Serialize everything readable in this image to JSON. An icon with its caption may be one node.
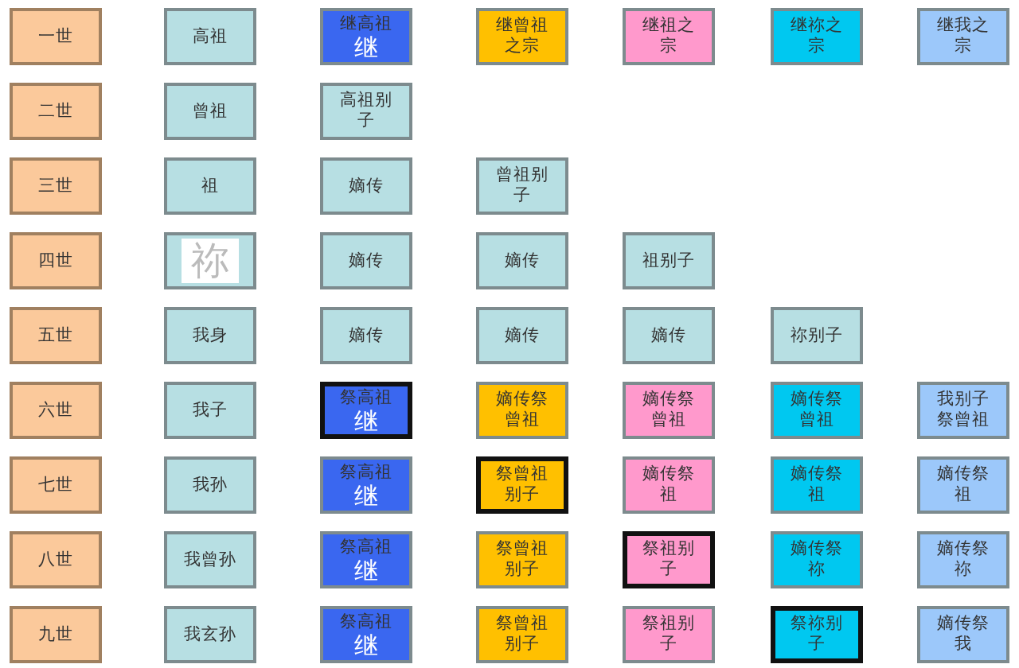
{
  "diagram": {
    "nodes": [
      {
        "text": [
          "一世"
        ]
      },
      {
        "text": [
          "高祖"
        ]
      },
      {
        "text": [
          "继高祖",
          "继"
        ]
      },
      {
        "text": [
          "继曾祖之宗"
        ]
      },
      {
        "text": [
          "继祖之宗"
        ]
      },
      {
        "text": [
          "继祢之宗"
        ]
      },
      {
        "text": [
          "继我之宗"
        ]
      },
      {
        "text": [
          "二世"
        ]
      },
      {
        "text": [
          "曾祖"
        ]
      },
      {
        "text": [
          "高祖别子"
        ]
      },
      {
        "text": [
          "三世"
        ]
      },
      {
        "text": [
          "祖"
        ]
      },
      {
        "text": [
          "嫡传"
        ]
      },
      {
        "text": [
          "曾祖别子"
        ]
      },
      {
        "text": [
          "四世"
        ]
      },
      {
        "text": [
          "祢"
        ]
      },
      {
        "text": [
          "嫡传"
        ]
      },
      {
        "text": [
          "嫡传"
        ]
      },
      {
        "text": [
          "祖别子"
        ]
      },
      {
        "text": [
          "五世"
        ]
      },
      {
        "text": [
          "我身"
        ]
      },
      {
        "text": [
          "嫡传"
        ]
      },
      {
        "text": [
          "嫡传"
        ]
      },
      {
        "text": [
          "嫡传"
        ]
      },
      {
        "text": [
          "祢别子"
        ]
      },
      {
        "text": [
          "六世"
        ]
      },
      {
        "text": [
          "我子"
        ]
      },
      {
        "text": [
          "祭高祖",
          "继"
        ]
      },
      {
        "text": [
          "嫡传祭曾祖"
        ]
      },
      {
        "text": [
          "嫡传祭曾祖"
        ]
      },
      {
        "text": [
          "嫡传祭曾祖"
        ]
      },
      {
        "text": [
          "我别子祭曾祖"
        ]
      },
      {
        "text": [
          "七世"
        ]
      },
      {
        "text": [
          "我孙"
        ]
      },
      {
        "text": [
          "祭高祖",
          "继"
        ]
      },
      {
        "text": [
          "祭曾祖别子"
        ]
      },
      {
        "text": [
          "嫡传祭祖"
        ]
      },
      {
        "text": [
          "嫡传祭祖"
        ]
      },
      {
        "text": [
          "嫡传祭祖"
        ]
      },
      {
        "text": [
          "八世"
        ]
      },
      {
        "text": [
          "我曾孙"
        ]
      },
      {
        "text": [
          "祭高祖",
          "继"
        ]
      },
      {
        "text": [
          "祭曾祖别子"
        ]
      },
      {
        "text": [
          "祭祖别子"
        ]
      },
      {
        "text": [
          "嫡传祭祢"
        ]
      },
      {
        "text": [
          "嫡传祭祢"
        ]
      },
      {
        "text": [
          "九世"
        ]
      },
      {
        "text": [
          "我玄孙"
        ]
      },
      {
        "text": [
          "祭高祖",
          "继"
        ]
      },
      {
        "text": [
          "祭曾祖别子"
        ]
      },
      {
        "text": [
          "祭祖别子"
        ]
      },
      {
        "text": [
          "祭祢别子"
        ]
      },
      {
        "text": [
          "嫡传祭我"
        ]
      }
    ]
  }
}
